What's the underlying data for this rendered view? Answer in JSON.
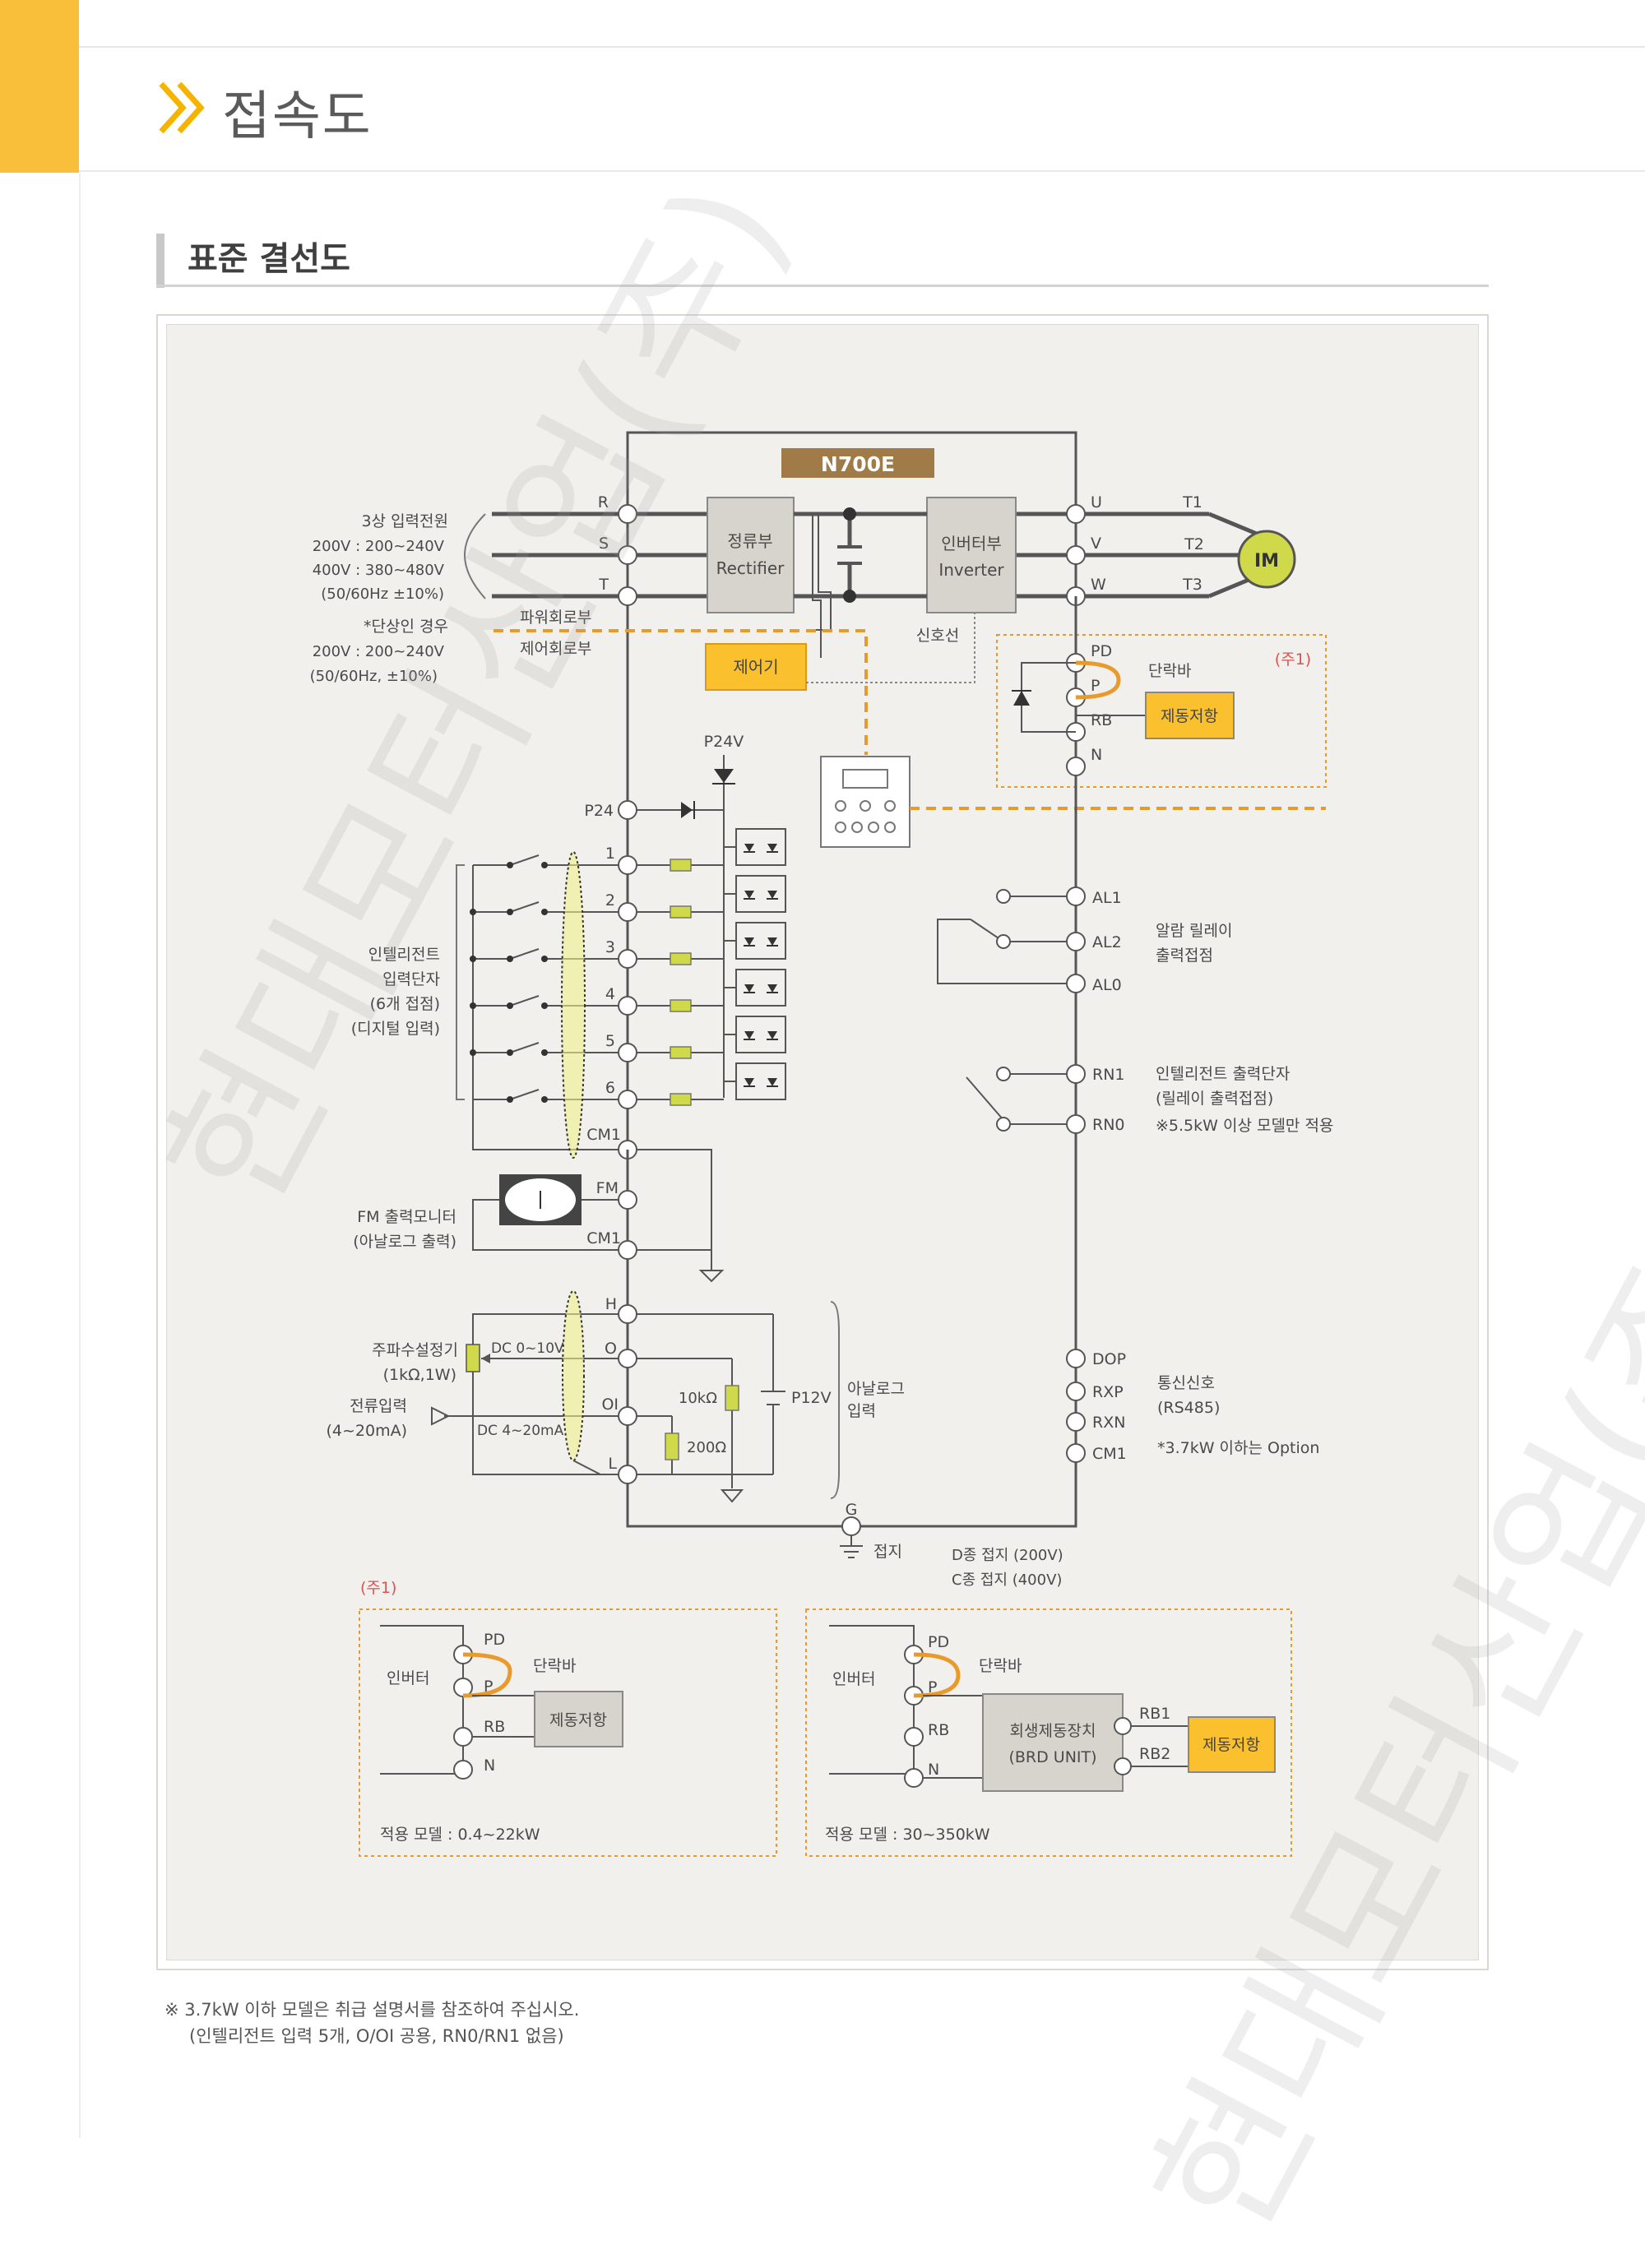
{
  "page": {
    "title": "접속도",
    "section_title": "표준 결선도",
    "watermark": "현대모터산업(주)",
    "footnote_line1": "※ 3.7kW 이하 모델은 취급 설명서를 참조하여 주십시오.",
    "footnote_line2": "(인텔리전트 입력 5개, O/OI 공용, RN0/RN1 없음)",
    "accent_color": "#f9bf3b",
    "orange_color": "#e99a2c",
    "yellow_fill": "#fbc02d"
  },
  "diagram": {
    "model": "N700E",
    "power_input": {
      "title": "3상 입력전원",
      "line1": "200V : 200~240V",
      "line2": "400V : 380~480V",
      "line3": "(50/60Hz ±10%)",
      "single_phase_title": "*단상인 경우",
      "single_phase_line1": "200V : 200~240V",
      "single_phase_line2": "(50/60Hz, ±10%)"
    },
    "input_terminals": [
      "R",
      "S",
      "T"
    ],
    "output_terminals": [
      "U",
      "V",
      "W"
    ],
    "motor_leads": [
      "T1",
      "T2",
      "T3"
    ],
    "motor": "IM",
    "rectifier": {
      "line1": "정류부",
      "line2": "Rectifier"
    },
    "inverter": {
      "line1": "인버터부",
      "line2": "Inverter"
    },
    "power_circuit": "파워회로부",
    "control_circuit": "제어회로부",
    "controller": "제어기",
    "signal_line": "신호선",
    "brake": {
      "note": "(주1)",
      "terminals": [
        "PD",
        "P",
        "RB",
        "N"
      ],
      "short_bar": "단락바",
      "resistor": "제동저항"
    },
    "p24v": "P24V",
    "p24": "P24",
    "digital_inputs": [
      "1",
      "2",
      "3",
      "4",
      "5",
      "6"
    ],
    "cm1": "CM1",
    "intelligent_input": {
      "line1": "인텔리전트",
      "line2": "입력단자",
      "line3": "(6개 접점)",
      "line4": "(디지털 입력)"
    },
    "fm": "FM",
    "fm_monitor": {
      "line1": "FM 출력모니터",
      "line2": "(아날로그 출력)"
    },
    "analog_terminals": [
      "H",
      "O",
      "OI",
      "L"
    ],
    "freq_setter": {
      "line1": "주파수설정기",
      "line2": "(1kΩ,1W)"
    },
    "current_input": {
      "line1": "전류입력",
      "line2": "(4~20mA)"
    },
    "dc_voltage": "DC 0~10V",
    "dc_current": "DC 4~20mA",
    "r10k": "10kΩ",
    "r200": "200Ω",
    "p12v": "P12V",
    "analog_input": {
      "line1": "아날로그",
      "line2": "입력"
    },
    "ground_terminal": "G",
    "ground_label": "접지",
    "ground_types": {
      "line1": "D종 접지 (200V)",
      "line2": "C종 접지 (400V)"
    },
    "alarm_terminals": [
      "AL1",
      "AL2",
      "AL0"
    ],
    "alarm_relay": {
      "line1": "알람 릴레이",
      "line2": "출력접점"
    },
    "relay_terminals": [
      "RN1",
      "RN0"
    ],
    "intelligent_output": {
      "line1": "인텔리전트 출력단자",
      "line2": "(릴레이 출력접점)",
      "line3": "※5.5kW 이상 모델만 적용"
    },
    "comm_terminals": [
      "DOP",
      "RXP",
      "RXN",
      "CM1"
    ],
    "comm_signal": {
      "line1": "통신신호",
      "line2": "(RS485)",
      "line3": "*3.7kW 이하는 Option"
    },
    "note1": {
      "title": "(주1)",
      "inverter": "인버터",
      "terminals": [
        "PD",
        "P",
        "RB",
        "N"
      ],
      "short_bar": "단락바",
      "resistor": "제동저항",
      "applies": "적용 모델 : 0.4~22kW"
    },
    "note2": {
      "inverter": "인버터",
      "terminals": [
        "PD",
        "P",
        "RB",
        "N"
      ],
      "short_bar": "단락바",
      "brd_line1": "회생제동장치",
      "brd_line2": "(BRD UNIT)",
      "rb_terminals": [
        "RB1",
        "RB2"
      ],
      "resistor": "제동저항",
      "applies": "적용 모델 : 30~350kW"
    }
  }
}
